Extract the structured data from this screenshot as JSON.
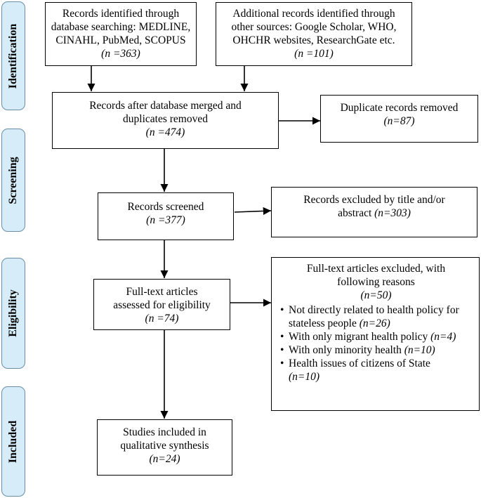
{
  "phases": {
    "identification": "Identification",
    "screening": "Screening",
    "eligibility": "Eligibility",
    "included": "Included"
  },
  "boxes": {
    "db_search": {
      "lines": [
        "Records identified through",
        "database searching: MEDLINE,",
        "CINAHL, PubMed, SCOPUS"
      ],
      "n": "(n =363)"
    },
    "other_sources": {
      "lines": [
        "Additional records identified through",
        "other sources: Google Scholar, WHO,",
        "OHCHR websites, ResearchGate etc."
      ],
      "n": "(n =101)"
    },
    "merged": {
      "lines": [
        "Records after database merged and",
        "duplicates removed"
      ],
      "n": "(n =474)"
    },
    "duplicates": {
      "lines": [
        "Duplicate records removed"
      ],
      "n": "(n=87)"
    },
    "screened": {
      "lines": [
        "Records screened"
      ],
      "n": "(n =377)"
    },
    "excluded_title": {
      "line1": "Records excluded by title and/or",
      "line2": "abstract",
      "n": "(n=303)"
    },
    "fulltext": {
      "lines": [
        "Full-text articles",
        "assessed for eligibility"
      ],
      "n": "(n =74)"
    },
    "excluded_fulltext": {
      "head1": "Full-text articles excluded, with",
      "head2": "following reasons",
      "n": "(n=50)",
      "reasons": [
        {
          "text": "Not directly related to health policy for stateless people ",
          "n": "(n=26)"
        },
        {
          "text": "With only migrant health policy ",
          "n": "(n=4)"
        },
        {
          "text": "With only minority health ",
          "n": "(n=10)"
        },
        {
          "text": "Health issues of citizens of State ",
          "n": "(n=10)"
        }
      ]
    },
    "included": {
      "lines": [
        "Studies included in",
        "qualitative synthesis"
      ],
      "n": "(n=24)"
    }
  }
}
